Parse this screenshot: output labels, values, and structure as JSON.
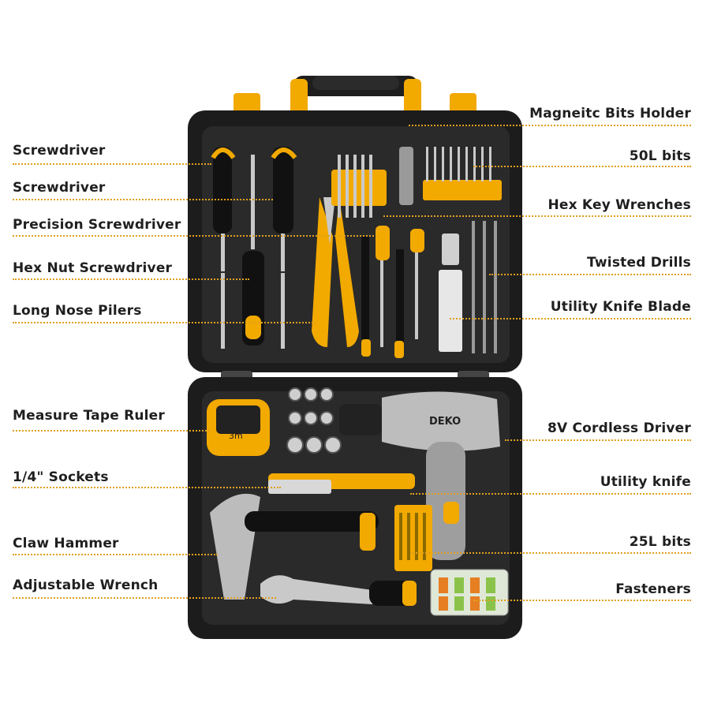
{
  "image": {
    "description_colors": {
      "case": "#222222",
      "accent": "#f2a900",
      "leader": "#e0a020",
      "steel": "#c9c9c9"
    }
  },
  "case": {
    "brand": "DEKO",
    "tape_marking": "3m"
  },
  "labels_left": [
    "Screwdriver",
    "Screwdriver",
    "Precision Screwdriver",
    "Hex Nut Screwdriver",
    "Long Nose Pilers",
    "Measure Tape Ruler",
    "1/4\" Sockets",
    "Claw Hammer",
    "Adjustable Wrench"
  ],
  "labels_right": [
    "Magneitc Bits Holder",
    "50L bits",
    "Hex Key Wrenches",
    "Twisted Drills",
    "Utility Knife Blade",
    "8V Cordless Driver",
    "Utility knife",
    "25L bits",
    "Fasteners"
  ]
}
